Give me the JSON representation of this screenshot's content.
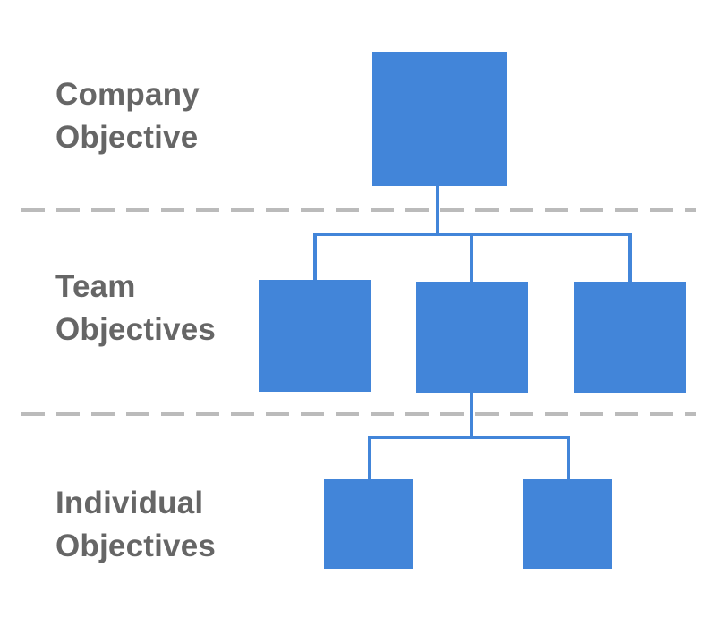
{
  "diagram": {
    "levels": [
      {
        "id": "company",
        "label_line1": "Company",
        "label_line2": "Objective"
      },
      {
        "id": "team",
        "label_line1": "Team",
        "label_line2": "Objectives"
      },
      {
        "id": "individual",
        "label_line1": "Individual",
        "label_line2": "Objectives"
      }
    ],
    "colors": {
      "node_fill": "#4285D9",
      "connector": "#4285D9",
      "divider": "#BBBBBB",
      "label_text": "#666666",
      "background": "#FFFFFF"
    },
    "node_counts": {
      "company": 1,
      "team": 3,
      "individual": 2
    }
  }
}
